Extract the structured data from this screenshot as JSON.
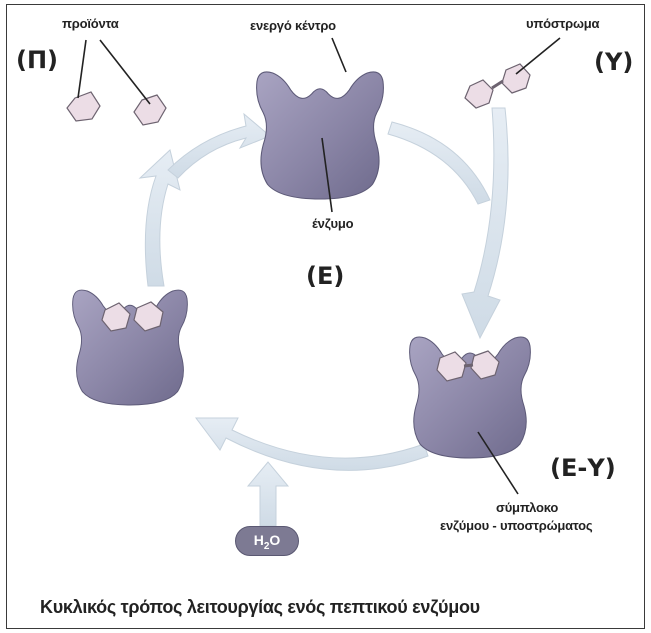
{
  "labels": {
    "products": "προϊόντα",
    "products_tag": "(Π)",
    "active_site": "ενεργό κέντρο",
    "substrate": "υπόστρωμα",
    "substrate_tag": "(Υ)",
    "enzyme": "ένζυμο",
    "enzyme_tag": "(Ε)",
    "complex_tag": "(Ε-Υ)",
    "complex_line1": "σύμπλοκο",
    "complex_line2": "ενζύμου - υποστρώματος",
    "water_main": "H",
    "water_sub": "2",
    "water_end": "O"
  },
  "caption": "Κυκλικός τρόπος λειτουργίας ενός πεπτικού ενζύμου",
  "colors": {
    "enzyme_fill": "#8e89a8",
    "enzyme_shadow": "#6f6a8b",
    "molecule_fill": "#ecdde6",
    "arrow_fill": "#dde6ef",
    "text": "#222222"
  }
}
